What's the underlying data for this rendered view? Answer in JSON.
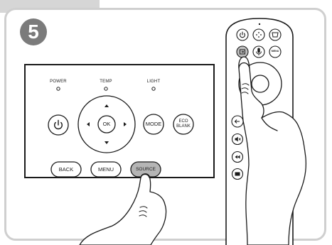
{
  "step": {
    "number": "5"
  },
  "panel": {
    "indicators": [
      "POWER",
      "TEMP",
      "LIGHT"
    ],
    "buttons": {
      "ok": "OK",
      "mode": "MODE",
      "eco_blank_line1": "ECO",
      "eco_blank_line2": "BLANK",
      "back": "BACK",
      "menu": "MENU",
      "source": "SOURCE"
    }
  },
  "remote": {
    "menu_small": "MENU"
  },
  "icons": [
    "power-icon",
    "arrow-up-icon",
    "arrow-down-icon",
    "arrow-left-icon",
    "arrow-right-icon",
    "input-source-icon",
    "microphone-icon",
    "back-arrow-icon",
    "mute-icon",
    "rewind-icon",
    "hand-pointing-icon"
  ],
  "colors": {
    "frame": "#cfcfcf",
    "source_button": "#b5b5b5",
    "step_badge": "#7b7b7b",
    "line": "#1a1a1a"
  }
}
